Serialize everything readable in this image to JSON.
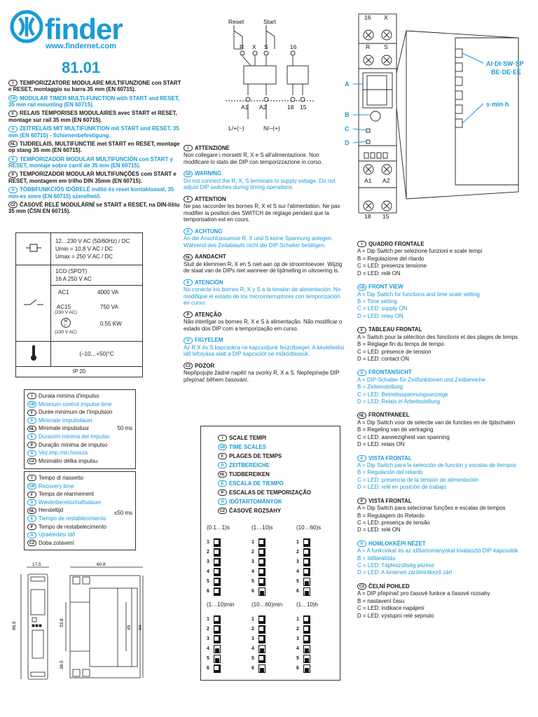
{
  "brand": {
    "name": "finder",
    "url": "www.findernet.com"
  },
  "product_code": "81.01",
  "titles": [
    {
      "lang": "I",
      "color": "dark",
      "text": "TEMPORIZZATORE MODULARE MULTIFUNZIONE con START e RESET, montaggio su barra 35 mm (EN 60715)."
    },
    {
      "lang": "GB",
      "color": "blue",
      "text": "MODULAR TIMER MULTI-FUNCTION with START and RESET, 35 mm rail mounting (EN 60715)."
    },
    {
      "lang": "F",
      "color": "dark",
      "text": "RELAIS TEMPORISES MODULAIRES avec START et RESET, montage sur rail 35 mm (EN 60715)."
    },
    {
      "lang": "D",
      "color": "blue",
      "text": "ZEITRELAIS MIT MULTIFUNKTION mit START und RESET, 35 mm (EN 60715) - Schienenbefestigung."
    },
    {
      "lang": "NL",
      "color": "dark",
      "text": "TIJDRELAIS, MULTIFUNCTIE met START en RESET, montage op stang 35 mm (EN 60715)."
    },
    {
      "lang": "E",
      "color": "blue",
      "text": "TEMPORIZADOR MODULAR MULTIFUNCIÓN con START y RESET, montaje sobre carril de 35 mm (EN 60715)."
    },
    {
      "lang": "P",
      "color": "dark",
      "text": "TEMPORIZADOR MODULAR MULTIFUNÇÕES com START e RESET, montagem em trilho DIN 35mm (EN 60715)."
    },
    {
      "lang": "H",
      "color": "blue",
      "text": "TÖBBFUNKCIÓS IDŐRELÉ indító és reset kontaktussal, 35 mm-es sínre (EN 60715) szerelhető."
    },
    {
      "lang": "CZ",
      "color": "dark",
      "text": "ČASOVÉ RELÉ MODULÁRNÍ se START a RESET, na DIN-lištu 35 mm (ČSN EN 60715)."
    }
  ],
  "spec": {
    "supply_lines": [
      "12…230 V AC (50/60Hz) / DC",
      "Umin = 10.8 V AC / DC",
      "Umax = 250 V AC / DC"
    ],
    "contact_lines": [
      "1CO (SPDT)",
      "16 A 250 V AC"
    ],
    "ac1_label": "AC1",
    "ac1_value": "4000 VA",
    "ac15_label": "AC15",
    "ac15_sub": "(230 V AC)",
    "ac15_value": "750 VA",
    "motor_sub": "(230 V AC)",
    "motor_value": "0.55 KW",
    "temp": "(–10…+50)°C",
    "ip": "IP 20"
  },
  "min_impulse": {
    "value": "50 ms",
    "rows": [
      {
        "lang": "I",
        "color": "dark",
        "text": "Durata minima d'impulso"
      },
      {
        "lang": "GB",
        "color": "blue",
        "text": "Minimum control impulse time"
      },
      {
        "lang": "F",
        "color": "dark",
        "text": "Durée minimum de l'impulsion"
      },
      {
        "lang": "D",
        "color": "blue",
        "text": "Minimale Impulsdauer"
      },
      {
        "lang": "NL",
        "color": "dark",
        "text": "Minimale impulsduur"
      },
      {
        "lang": "E",
        "color": "blue",
        "text": "Duración minima del impulso"
      },
      {
        "lang": "P",
        "color": "dark",
        "text": "Duração mínima de impulso"
      },
      {
        "lang": "H",
        "color": "blue",
        "text": "Vez.imp.min.hossza"
      },
      {
        "lang": "CZ",
        "color": "dark",
        "text": "Minimální délka impulsu"
      }
    ]
  },
  "recovery": {
    "value": "≤50 ms",
    "rows": [
      {
        "lang": "I",
        "color": "dark",
        "text": "Tempo di riassetto"
      },
      {
        "lang": "GB",
        "color": "blue",
        "text": "Recovery time"
      },
      {
        "lang": "F",
        "color": "dark",
        "text": "Temps de réarmement"
      },
      {
        "lang": "D",
        "color": "blue",
        "text": "Wiederbereitschaftsdauer"
      },
      {
        "lang": "NL",
        "color": "dark",
        "text": "Hersteltijd"
      },
      {
        "lang": "E",
        "color": "blue",
        "text": "Tiempo de restablecimiento"
      },
      {
        "lang": "P",
        "color": "dark",
        "text": "Tempo de restabelecimento"
      },
      {
        "lang": "H",
        "color": "blue",
        "text": "Ujraéledési idő"
      },
      {
        "lang": "CZ",
        "color": "dark",
        "text": "Doba zotavení"
      }
    ]
  },
  "dimensions": {
    "w1": "17.5",
    "w2": "60.8",
    "h1": "86.9",
    "h2": "33.8",
    "h3": "45",
    "h4": "64",
    "h5": "38.5"
  },
  "wiring": {
    "reset": "Reset",
    "start": "Start",
    "r": "R",
    "x": "X",
    "s": "S",
    "t16": "16",
    "a1": "A1",
    "a2": "A2",
    "t18": "18",
    "t15": "15",
    "lp": "L/+(~)",
    "ln": "N/–(+)"
  },
  "warnings": [
    {
      "lang": "I",
      "color": "dark",
      "title": "ATTENZIONE",
      "text": "Non collegare i morsetti R, X e S all'alimentazione. Non modificare lo stato dei DIP con temporizzazione in corso."
    },
    {
      "lang": "GB",
      "color": "blue",
      "title": "WARNING",
      "text": "Do not connect the R, X, S terminals to supply voltage. Do not adjust DIP switches during timing operations."
    },
    {
      "lang": "F",
      "color": "dark",
      "title": "ATTENTION",
      "text": "Ne pas raccorder les bornes R, X et S sur l'alimentation. Ne pas modifier la position des SWITCH de réglage pendant que la temporisation est en cours."
    },
    {
      "lang": "D",
      "color": "blue",
      "title": "ACHTUNG",
      "text": "An die Anschlüssuesse R, X und S keine Spannung anlegen. Während des Zeitablaufs nicht die DIP-Schalter betätigen."
    },
    {
      "lang": "NL",
      "color": "dark",
      "title": "AANDACHT",
      "text": "Sluit de klemmen R, X en S niet aan op de stroomtoevoer. Wijzig de staat van de DIPs niet wanneer de tijdmeting in uitvoering is."
    },
    {
      "lang": "E",
      "color": "blue",
      "title": "ATENCIÓN",
      "text": "No conecte los bornes R, X y S a la tensión de alimentación. No modifique el estado de los microinterruptores con temporización en curso."
    },
    {
      "lang": "P",
      "color": "dark",
      "title": "ATENÇÃO",
      "text": "Não interligar os bornes R, X e S à alimentação. Não modificar o estado dos DIP com a temporização em curso."
    },
    {
      "lang": "H",
      "color": "blue",
      "title": "FIGYELEM",
      "text": "Az R,X és S kapcsokra ne kapcsoljunk feszültséget. A késleltetési idő lefolyása alatt a DIP kapcsolót ne működtessük."
    },
    {
      "lang": "CZ",
      "color": "dark",
      "title": "POZOR",
      "text": "Nepřipojujte žádné napětí na svorky R, X a S. Nepřepínejte DIP přepínač během časování."
    }
  ],
  "scales": {
    "headers": [
      {
        "lang": "I",
        "color": "dark",
        "text": "SCALE TEMPI"
      },
      {
        "lang": "GB",
        "color": "blue",
        "text": "TIME SCALES"
      },
      {
        "lang": "F",
        "color": "dark",
        "text": "PLAGES DE TEMPS"
      },
      {
        "lang": "D",
        "color": "blue",
        "text": "ZEITBEREICHE"
      },
      {
        "lang": "NL",
        "color": "dark",
        "text": "TIJDBEREIKEN"
      },
      {
        "lang": "E",
        "color": "blue",
        "text": "ESCALA DE TIEMPO"
      },
      {
        "lang": "P",
        "color": "dark",
        "text": "ESCALAS DE TEMPORIZAÇÃO"
      },
      {
        "lang": "H",
        "color": "blue",
        "text": "IDŐTARTOMÁNYOK"
      },
      {
        "lang": "CZ",
        "color": "dark",
        "text": "ČASOVÉ ROZSAHY"
      }
    ],
    "ranges": [
      "(0.1…1)s",
      "(1…10)s",
      "(10…60)s",
      "(1…10)min",
      "(10…60)min",
      "(1…10)h"
    ],
    "switch_numbers": [
      "1",
      "2",
      "3",
      "4",
      "5",
      "6"
    ]
  },
  "device": {
    "top_terminals": [
      "16",
      "X",
      "R",
      "S"
    ],
    "bottom_terminals": [
      "A1",
      "A2",
      "18",
      "15"
    ],
    "labels": {
      "a": "A",
      "b": "B",
      "c": "C",
      "d": "D"
    },
    "callout_functions": "AI·DI·SW·SP",
    "callout_functions2": "BE·DE·EE",
    "callout_units": "s·min·h"
  },
  "front_panel": [
    {
      "lang": "I",
      "color": "dark",
      "title": "QUADRO FRONTALE",
      "lines": [
        "A = Dip Switch per selezione funzioni e scale tempi",
        "B = Regolazione del ritardo",
        "C = LED: presenza tensione",
        "D = LED: relè ON"
      ]
    },
    {
      "lang": "GB",
      "color": "blue",
      "title": "FRONT VIEW",
      "lines": [
        "A = Dip Switch for functions and time scale setting",
        "B = Time setting",
        "C = LED: supply ON",
        "D = LED: relay ON"
      ]
    },
    {
      "lang": "F",
      "color": "dark",
      "title": "TABLEAU FRONTAL",
      "lines": [
        "A = Switch pour la sélection des fonctions et des plages de temps",
        "B = Réglage fin du temps de tempo",
        "C = LED: présence de tension",
        "D = LED: contact ON"
      ]
    },
    {
      "lang": "D",
      "color": "blue",
      "title": "FRONTANSICHT",
      "lines": [
        "A = DIP-Schalter für Zeitfunktionen und Zeitbereiche",
        "B = Zeiteinstellung",
        "C = LED: Betriebsspannungsanzeige",
        "D = LED: Relais in Arbeitsstellung"
      ]
    },
    {
      "lang": "NL",
      "color": "dark",
      "title": "FRONTPANEEL",
      "lines": [
        "A = Dip Switch voor de selectie van de functies en de tijdschalen",
        "B = Regeling van de vertraging",
        "C = LED: aanwezigheid van spanning",
        "D = LED: relais ON"
      ]
    },
    {
      "lang": "E",
      "color": "blue",
      "title": "VISTA FRONTAL",
      "lines": [
        "A = Dip Switch para la selección de función y escalas de tiempos",
        "B = Regulación del retardo",
        "C = LED: presencia de la tensión de alimentación",
        "D = LED: relé en posición de trabajo"
      ]
    },
    {
      "lang": "P",
      "color": "dark",
      "title": "VISTA FRONTAL",
      "lines": [
        "A = Dip Switch para selecionar funções e escalas de tempos",
        "B = Regulagem do Retardo",
        "C = LED: presença de tensão",
        "D = LED: relé ON"
      ]
    },
    {
      "lang": "H",
      "color": "blue",
      "title": "HOMLOKKÉPI NÉZET",
      "lines": [
        "A = A funkciókat és az időtartományokat kiválasztó DIP-kapcsolók",
        "B = Időbeállítás",
        "C = LED: Tápfeszültség jelzése",
        "D = LED: A kimeneti zárőérintkező zárt"
      ]
    },
    {
      "lang": "CZ",
      "color": "dark",
      "title": "ČELNÍ POHLED",
      "lines": [
        "A = DIP přepínač pro časové funkce a časové rozsahy",
        "B = nastavení času",
        "C = LED: indikace napájení",
        "D = LED: výstupní relé sepnuto"
      ]
    }
  ],
  "colors": {
    "accent": "#1a9ad6",
    "text": "#1a1a1a"
  }
}
